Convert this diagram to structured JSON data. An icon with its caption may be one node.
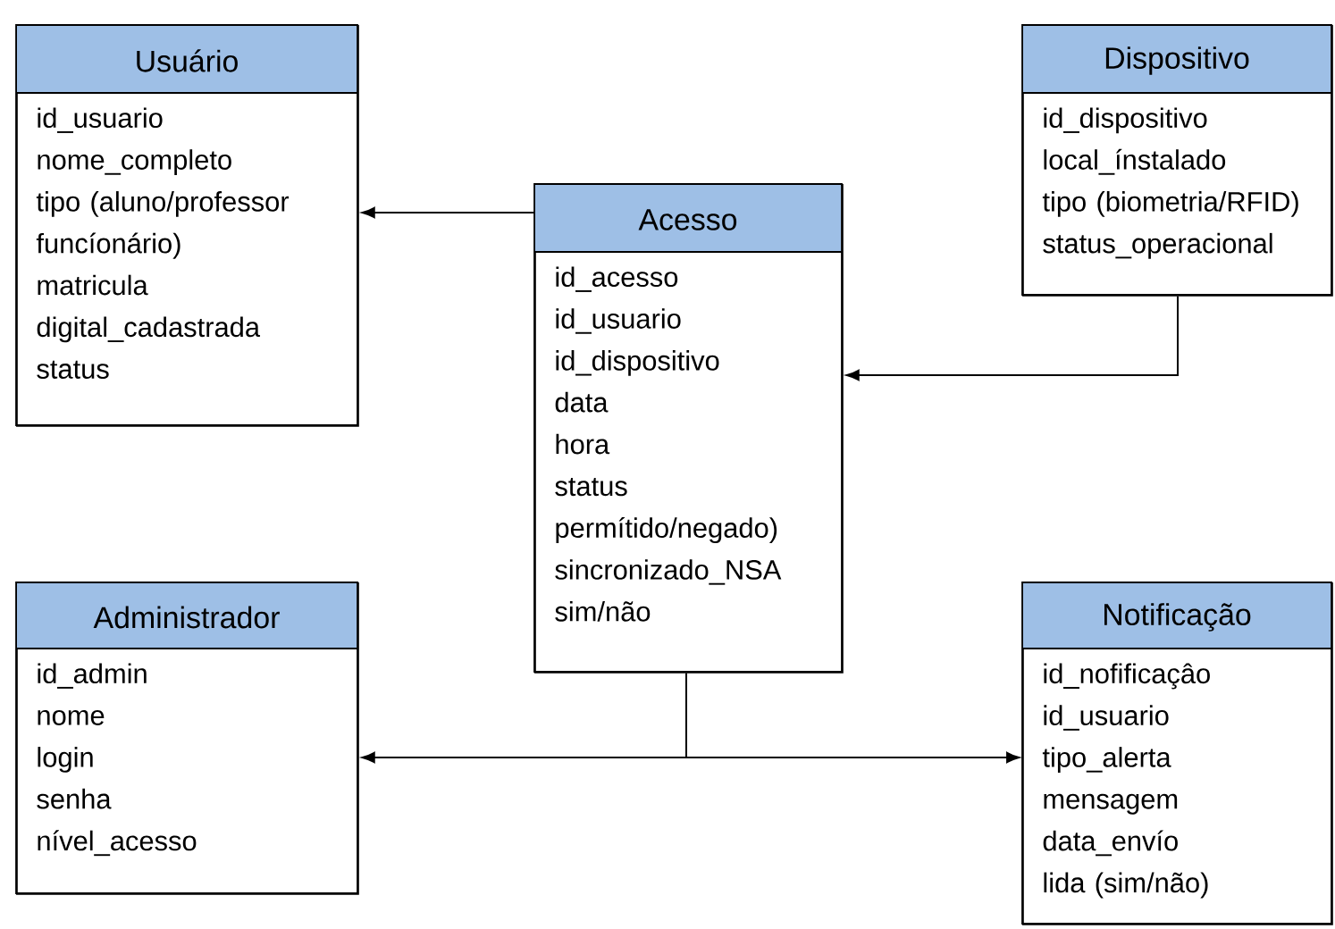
{
  "diagram": {
    "nodes": [
      {
        "text": [
          "Usuário",
          "id_usuario",
          "nome_completo",
          "tipo (aluno/professor funcíonário)",
          "matricula",
          "digital_cadastrada",
          "status"
        ]
      },
      {
        "text": [
          "Dispositivo",
          "id_dispositivo",
          "local_ínstalado",
          "tipo (biometria/RFID)",
          "status_operacional"
        ]
      },
      {
        "text": [
          "Acesso",
          "id_acesso",
          "id_usuario",
          "id_dispositivo",
          "data",
          "hora",
          "status",
          "permítido/negado)",
          "sincronizado_NSA",
          "sim/não"
        ]
      },
      {
        "text": [
          "Administrador",
          "id_admin",
          "nome",
          "login",
          "senha",
          "nível_acesso"
        ]
      },
      {
        "text": [
          "Notificação",
          "id_nofificaçâo",
          "id_usuario",
          "tipo_alerta",
          "mensagem",
          "data_envío",
          "lida (sim/não)"
        ]
      }
    ],
    "edges": [
      {
        "from": 2,
        "to": 0,
        "arrow": "to"
      },
      {
        "from": 1,
        "to": 2,
        "arrow": "to"
      },
      {
        "from": 2,
        "to": 3,
        "arrow": "to"
      },
      {
        "from": 2,
        "to": 4,
        "arrow": "to"
      }
    ]
  }
}
